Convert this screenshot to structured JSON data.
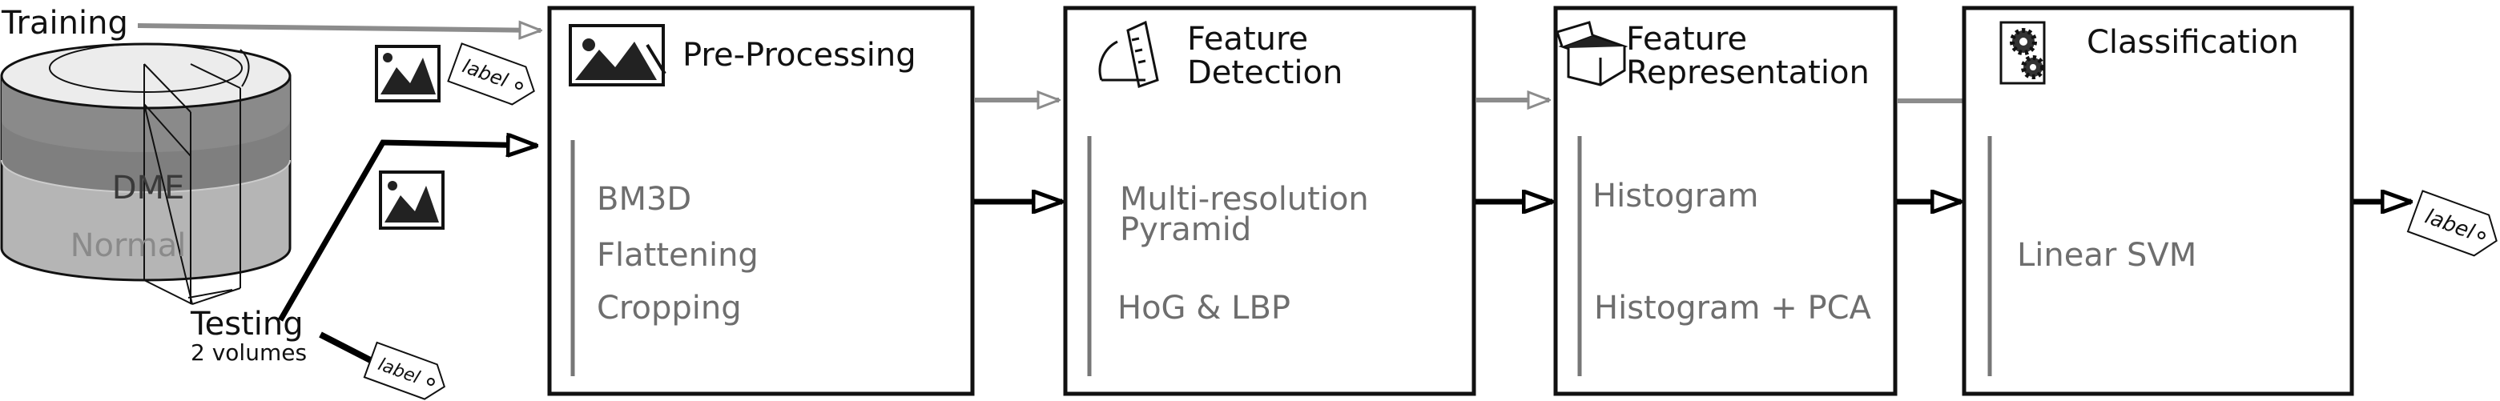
{
  "inputs": {
    "training_label": "Training",
    "testing_label": "Testing",
    "testing_sub": "2 volumes",
    "db_classes": [
      "DME",
      "Normal"
    ],
    "tag_text": "label"
  },
  "stages": [
    {
      "title_lines": [
        "Pre-Processing"
      ],
      "items": [
        "BM3D",
        "Flattening",
        "Cropping"
      ],
      "icon": "image-icon"
    },
    {
      "title_lines": [
        "Feature",
        "Detection"
      ],
      "items": [
        "Multi-resolution",
        "Pyramid",
        "HoG & LBP"
      ],
      "icon": "ruler-protractor-icon"
    },
    {
      "title_lines": [
        "Feature",
        "Representation"
      ],
      "items": [
        "Histogram",
        "Histogram + PCA"
      ],
      "icon": "open-box-icon"
    },
    {
      "title_lines": [
        "Classification"
      ],
      "items": [
        "Linear SVM"
      ],
      "icon": "gears-icon"
    }
  ],
  "output": {
    "tag_text": "label"
  },
  "colors": {
    "training_arrow": "#8c8c8c",
    "testing_arrow": "#000000",
    "db_top": "#8a8a8a",
    "db_dme": "#7f7f7f",
    "db_normal": "#b5b5b5"
  }
}
